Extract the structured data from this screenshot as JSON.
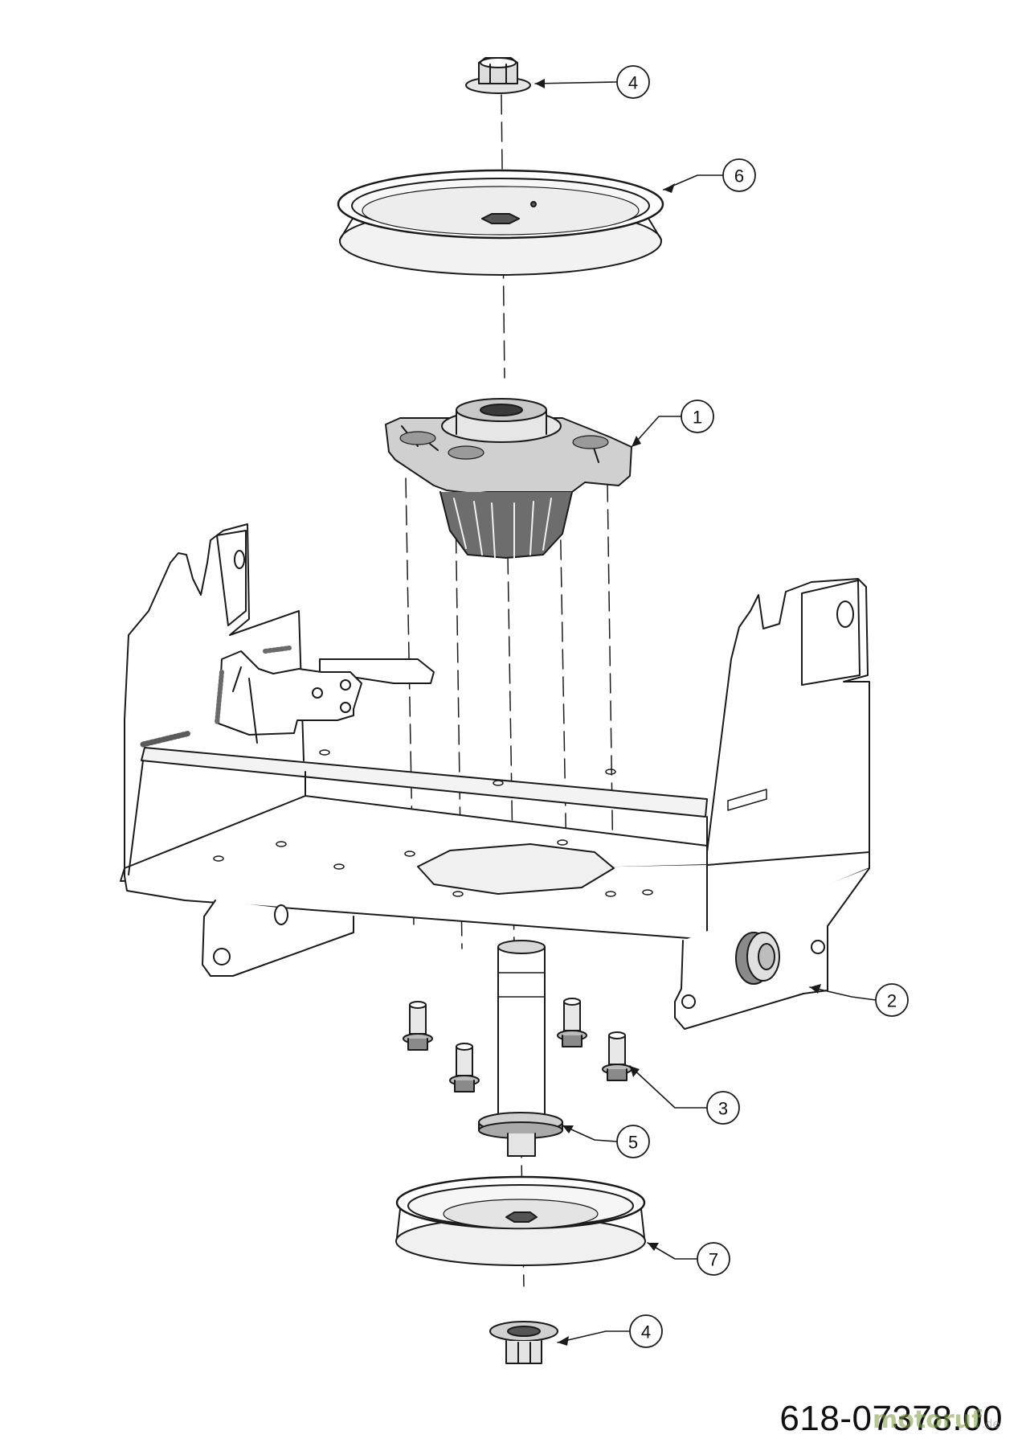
{
  "drawing": {
    "part_number": "618-07378.00",
    "watermark": {
      "text": "motoruf",
      "suffix": ".de"
    },
    "callouts": [
      {
        "id": "callout-4-top",
        "label": "4"
      },
      {
        "id": "callout-6",
        "label": "6"
      },
      {
        "id": "callout-1",
        "label": "1"
      },
      {
        "id": "callout-2",
        "label": "2"
      },
      {
        "id": "callout-3",
        "label": "3"
      },
      {
        "id": "callout-5",
        "label": "5"
      },
      {
        "id": "callout-7",
        "label": "7"
      },
      {
        "id": "callout-4-bottom",
        "label": "4"
      }
    ]
  },
  "colors": {
    "line": "#1a1a1a",
    "shade": "#8c8c8c",
    "light": "#d9d9d9"
  }
}
